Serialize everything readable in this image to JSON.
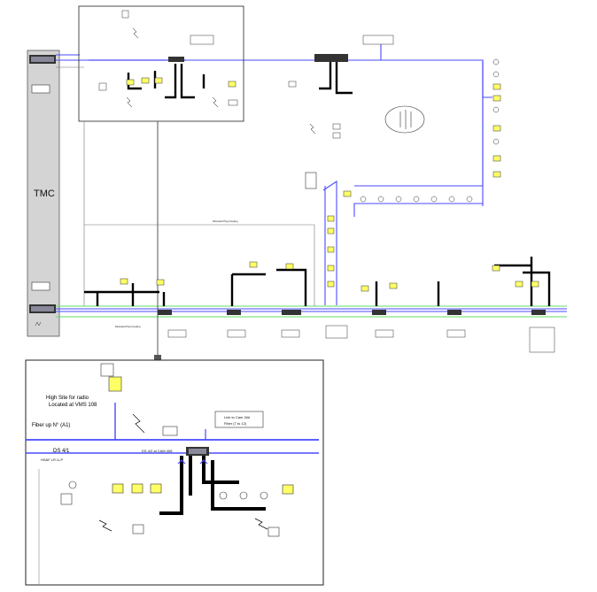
{
  "tmc": {
    "label": "TMC"
  },
  "inset": {
    "high_site_line1": "High Site for radio",
    "high_site_line2": "Located at VMS 108",
    "fiber_label": "Fiber up N° (A1)",
    "link_line1": "Link to Cam 2##",
    "link_line2": "Fiber (7 to 12)",
    "ds_left": "DS 4/1",
    "ds_left_sub": "HSAF LR LLP",
    "ds_center": "DS 4/2 at CAM 408"
  },
  "colors": {
    "primary_line": "#4a4aff",
    "secondary_line": "#66dd66",
    "device_fill": "#ffff66",
    "drop_line": "#000000",
    "tmc_fill": "#d4d4d4"
  },
  "notes": {
    "relocated_plug_coupling": "Relocated Plug Coupling"
  }
}
